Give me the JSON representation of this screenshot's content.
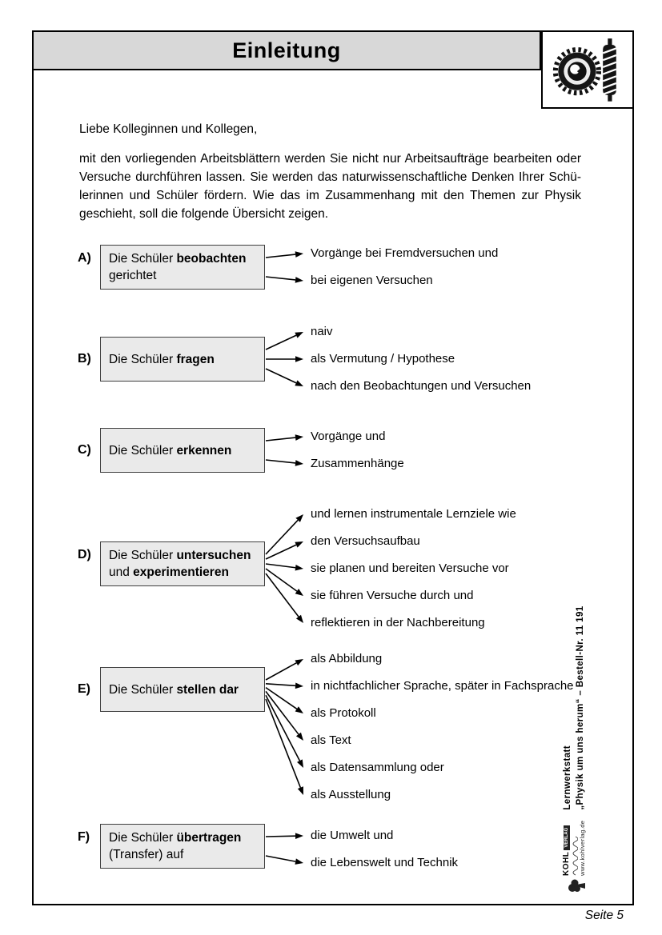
{
  "page": {
    "title": "Einleitung",
    "greeting": "Liebe Kolleginnen und Kollegen,",
    "intro": "mit den vorliegenden Arbeitsblättern werden Sie nicht nur Arbeitsaufträge bearbeiten oder Versuche durchführen lassen. Sie werden das naturwissenschaftliche Denken Ihrer Schü­lerinnen und Schüler fördern. Wie das im Zusammenhang mit den Themen zur Physik geschieht, soll die folgende Übersicht zeigen.",
    "page_number": "Seite 5"
  },
  "sections": [
    {
      "label": "A)",
      "box": [
        {
          "t": "Die Schüler ",
          "b": false
        },
        {
          "t": "beobachten",
          "b": true
        },
        {
          "t": " gerichtet",
          "b": false
        }
      ],
      "items": [
        "Vorgänge bei Fremdversuchen und",
        "bei eigenen Versuchen"
      ]
    },
    {
      "label": "B)",
      "box": [
        {
          "t": "Die Schüler ",
          "b": false
        },
        {
          "t": "fragen",
          "b": true
        }
      ],
      "items": [
        "naiv",
        "als Vermutung / Hypothese",
        "nach den Beobachtungen und Versuchen"
      ]
    },
    {
      "label": "C)",
      "box": [
        {
          "t": "Die Schüler ",
          "b": false
        },
        {
          "t": "erkennen",
          "b": true
        }
      ],
      "items": [
        "Vorgänge und",
        "Zusammenhänge"
      ]
    },
    {
      "label": "D)",
      "box": [
        {
          "t": "Die Schüler ",
          "b": false
        },
        {
          "t": "untersuchen",
          "b": true
        },
        {
          "t": " und ",
          "b": false
        },
        {
          "t": "experimentieren",
          "b": true
        }
      ],
      "items": [
        "und lernen instrumentale Lernziele wie",
        "den Versuchsaufbau",
        "sie planen und bereiten Versuche vor",
        "sie führen Versuche durch und",
        "reflektieren in der Nachbereitung"
      ]
    },
    {
      "label": "E)",
      "box": [
        {
          "t": "Die Schüler ",
          "b": false
        },
        {
          "t": "stellen dar",
          "b": true
        }
      ],
      "items": [
        "als Abbildung",
        "in nichtfachlicher Sprache, später in Fachsprache",
        "als Protokoll",
        "als Text",
        "als Datensammlung oder",
        "als Ausstellung"
      ]
    },
    {
      "label": "F)",
      "box": [
        {
          "t": "Die Schüler ",
          "b": false
        },
        {
          "t": "übertragen",
          "b": true
        },
        {
          "t": " (Transfer) auf",
          "b": false
        }
      ],
      "items": [
        "die Umwelt und",
        "die Lebenswelt und Technik"
      ]
    }
  ],
  "sidebar": {
    "series": "Lernwerkstatt",
    "order": "„Physik um uns herum“  –  Bestell-Nr. 11 191"
  },
  "publisher": {
    "name": "KOHL",
    "verlag": "VERLAG",
    "website": "www.kohlverlag.de"
  },
  "icons": {
    "header_logo": "gears-icon",
    "publisher_mark": "tree-icon",
    "tagline": "handwritten-script-squiggle"
  },
  "colors": {
    "header_bg": "#d8d8d8",
    "box_bg": "#eaeaea",
    "box_border": "#3f3f3f",
    "frame": "#000000"
  }
}
